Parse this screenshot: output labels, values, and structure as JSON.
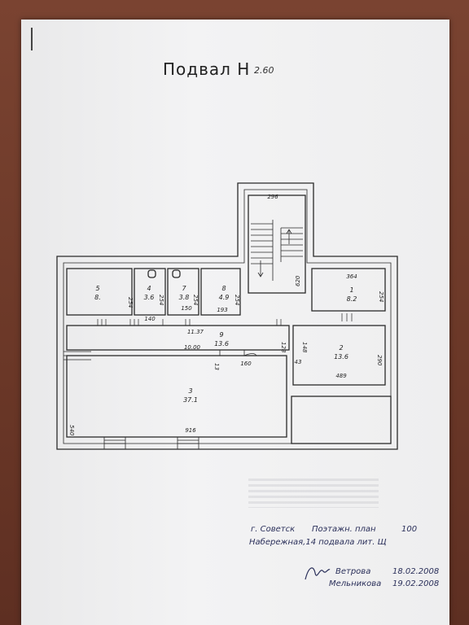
{
  "title": {
    "main": "Подвал Н",
    "height": "2.60"
  },
  "rooms": {
    "r1": {
      "num": "1",
      "area": "8.2",
      "w": "364",
      "h": "254"
    },
    "r2": {
      "num": "2",
      "area": "13.6",
      "w": "489",
      "h": "290",
      "a": "148",
      "b": "43"
    },
    "r3": {
      "num": "3",
      "area": "37.1",
      "w": "916",
      "h": "540"
    },
    "r4": {
      "num": "4",
      "area": "3.6",
      "w": "140",
      "h": "254"
    },
    "r5": {
      "num": "5",
      "area": "8.",
      "h": "254"
    },
    "r7": {
      "num": "7",
      "area": "3.8",
      "w": "150",
      "h": "254"
    },
    "r8": {
      "num": "8",
      "area": "4.9",
      "w": "193",
      "h": "254"
    },
    "r9": {
      "num": "9",
      "area": "13.6",
      "w": "11.37",
      "d": "10.00",
      "a": "13",
      "b": "160",
      "c": "128"
    },
    "stair": {
      "w": "296",
      "h": "620"
    }
  },
  "stamp": {
    "city": "г. Советск",
    "kind": "Поэтажн. план",
    "scale": "100",
    "address": "Набережная,14 подвала лит. Щ",
    "person1": "Ветрова",
    "date1": "18.02.2008",
    "person2": "Мельникова",
    "date2": "19.02.2008"
  }
}
